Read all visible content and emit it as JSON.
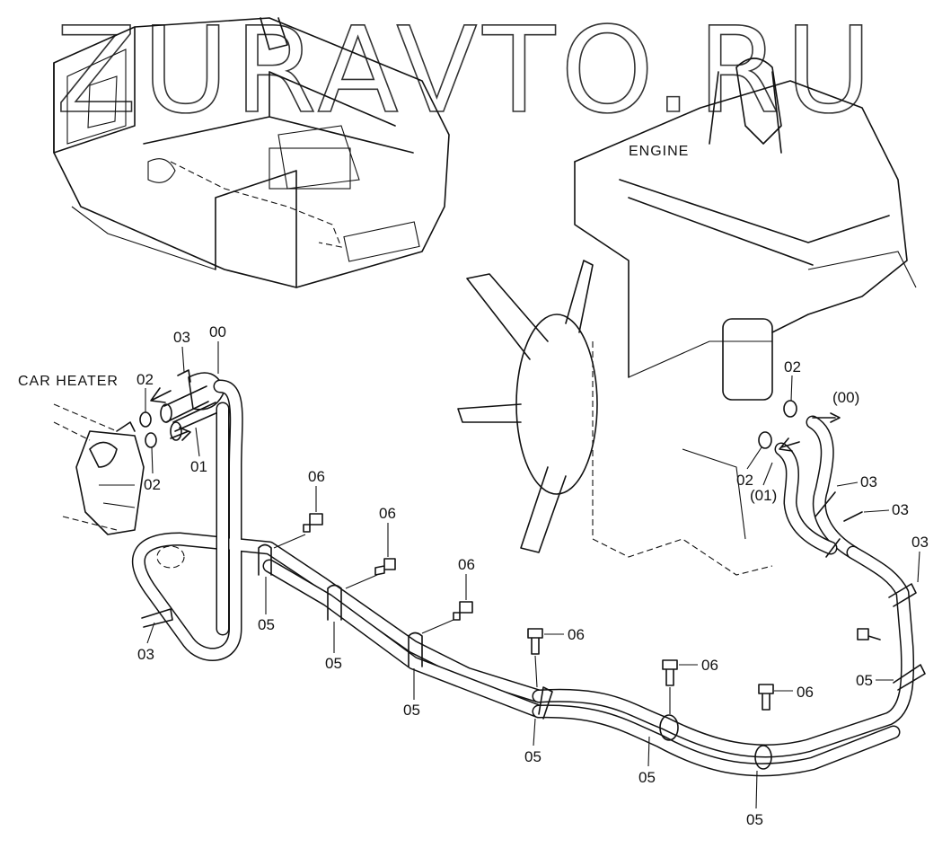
{
  "watermark": "ZURAVTO.RU",
  "captions": {
    "engine": "ENGINE",
    "car_heater": "CAR HEATER"
  },
  "callouts": {
    "c00": "00",
    "c00_paren": "(00)",
    "c01": "01",
    "c01_paren": "(01)",
    "c02": "02",
    "c03": "03",
    "c05": "05",
    "c06": "06"
  },
  "colors": {
    "ink": "#111111",
    "paper": "#ffffff"
  }
}
